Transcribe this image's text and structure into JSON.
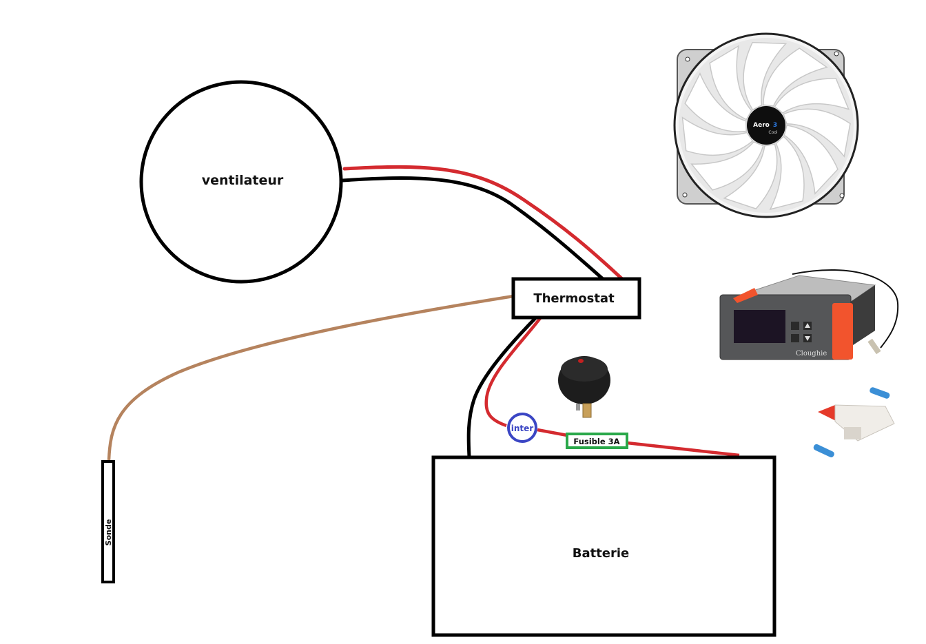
{
  "diagram": {
    "title": "Schéma de câblage ventilateur thermostat",
    "components": {
      "fan": {
        "label": "ventilateur"
      },
      "thermostat": {
        "label": "Thermostat"
      },
      "probe": {
        "label": "Sonde"
      },
      "battery": {
        "label": "Batterie"
      },
      "switch": {
        "label": "inter"
      },
      "fuse": {
        "label": "Fusible 3A"
      }
    },
    "wires": [
      {
        "id": "fan-positive",
        "from": "ventilateur",
        "to": "Thermostat",
        "color": "#d42a2f"
      },
      {
        "id": "fan-negative",
        "from": "ventilateur",
        "to": "Thermostat",
        "color": "#000000"
      },
      {
        "id": "probe-cable",
        "from": "Sonde",
        "to": "Thermostat",
        "color": "#b5835e"
      },
      {
        "id": "battery-negative",
        "from": "Thermostat",
        "to": "Batterie",
        "color": "#000000"
      },
      {
        "id": "battery-positive",
        "from": "Thermostat",
        "to": "Batterie",
        "via": [
          "inter",
          "Fusible 3A"
        ],
        "color": "#d42a2f"
      }
    ],
    "colors": {
      "positive": "#d42a2f",
      "negative": "#000000",
      "probe": "#b5835e",
      "switch_ring": "#3b46c4",
      "fuse_border": "#2aa84a",
      "controller_accent": "#f2542d"
    },
    "photos": {
      "fan": {
        "brand": "AeroCool"
      },
      "thermostat": {
        "brand": "Cloughie"
      },
      "rocker_switch": {},
      "fuse_holder": {}
    }
  }
}
